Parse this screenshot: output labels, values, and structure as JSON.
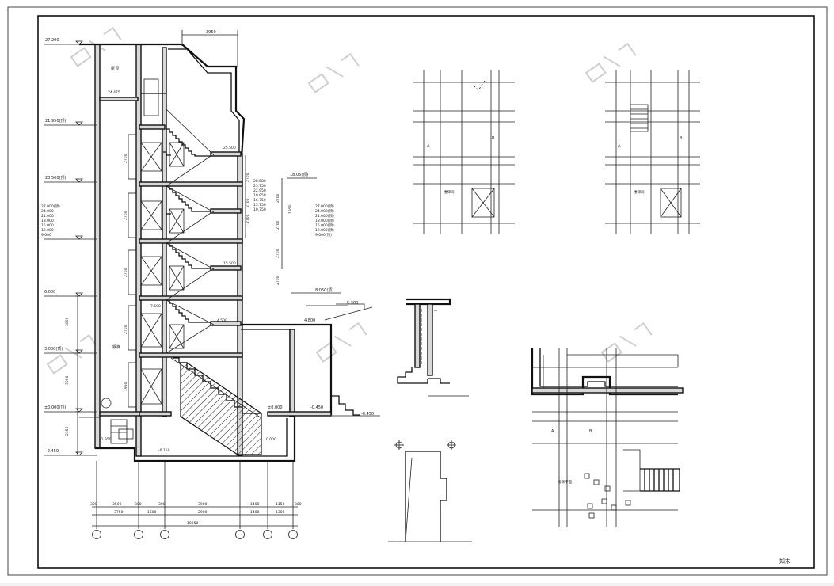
{
  "section": {
    "top_dim": "3950",
    "level_left": [
      "27.200",
      "24.475",
      "21.950(顶)",
      "20.500(顶)",
      "18.000",
      "15.000",
      "12.000",
      "9.000",
      "6.000",
      "3.000(顶)",
      "±0.000(顶)",
      "-1.950",
      "-2.450"
    ],
    "level_stack_left": [
      "27.000(顶)",
      "24.000",
      "21.000",
      "18.000",
      "15.000",
      "12.000",
      "9.000"
    ],
    "level_stack_mid": [
      "28.580",
      "25.750",
      "22.950",
      "19.950",
      "16.750",
      "13.750",
      "10.750"
    ],
    "level_stack_right": [
      "27.000(顶)",
      "24.000(顶)",
      "21.000(顶)",
      "18.000(顶)",
      "15.000(顶)",
      "12.000(顶)",
      "9.000(顶)"
    ],
    "mid_labels": {
      "l1": "18.05(顶)",
      "l2": "8.050(顶)",
      "l3": "5.300",
      "l4": "4.800",
      "l5": "±0.000",
      "l6": "-0.450",
      "l7": "-0.450",
      "l8": "0.000",
      "l9": "25.500",
      "l10": "15.500",
      "l11": "7.500",
      "l12": "4.500",
      "l13": "-0.150"
    },
    "vert_dims": [
      "1950",
      "2700",
      "2700",
      "2700",
      "2700",
      "2350",
      "3000",
      "3000"
    ],
    "room_note": "屋顶",
    "side_note": "钢梯",
    "dim_row1": [
      "300",
      "3500",
      "300",
      "300",
      "3900",
      "1400",
      "1150",
      "300"
    ],
    "dim_row2": [
      "3750",
      "1600",
      "2900",
      "1400",
      "1300"
    ],
    "dim_total": "10950"
  },
  "plan_a": {
    "label_a": "A",
    "label_b": "B",
    "tag": "楼梯间"
  },
  "plan_b": {
    "label_a": "A",
    "label_b": "B",
    "tag": "楼梯间"
  },
  "detail_plan": {
    "label_a": "A",
    "label_b": "B",
    "tag": "楼梯平面"
  },
  "watermark": "知末"
}
